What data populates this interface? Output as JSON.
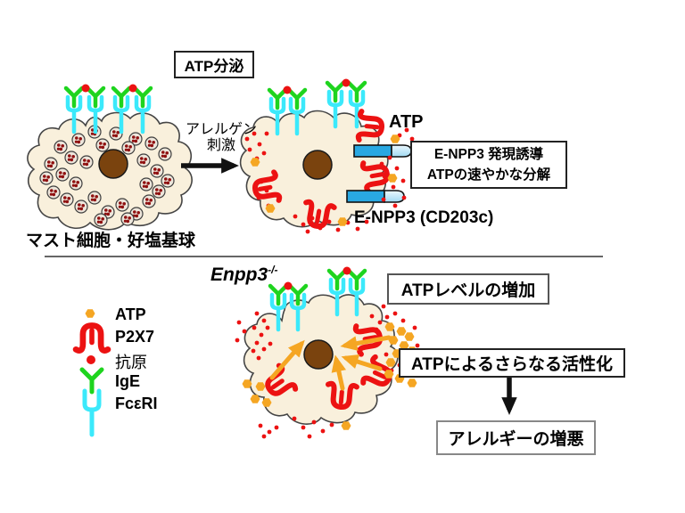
{
  "top_panel": {
    "atp_secretion_label": "ATP分泌",
    "stimulus_line1": "アレルゲン",
    "stimulus_line2": "刺激",
    "atp_label": "ATP",
    "enpp3_box_line1": "E-NPP3 発現誘導",
    "enpp3_box_line2": "ATPの速やかな分解",
    "enpp3_cd203c_label": "E-NPP3 (CD203c)",
    "cell_caption": "マスト細胞・好塩基球"
  },
  "bottom_panel": {
    "genotype_label": "Enpp3",
    "genotype_superscript": "-/-",
    "atp_increase_label": "ATPレベルの増加",
    "activation_label": "ATPによるさらなる活性化",
    "allergy_label": "アレルギーの増悪"
  },
  "legend": {
    "items": [
      {
        "icon": "atp-icon",
        "label": "ATP"
      },
      {
        "icon": "p2x7-icon",
        "label": "P2X7"
      },
      {
        "icon": "antigen-icon",
        "label": "抗原"
      },
      {
        "icon": "ige-icon",
        "label": "IgE"
      },
      {
        "icon": "fcer1-icon",
        "label": "FcεRI"
      }
    ]
  },
  "colors": {
    "cell_fill": "#F9F0DC",
    "nucleus": "#7A430E",
    "p2x7_red": "#EC1212",
    "antigen_red": "#EC1212",
    "ige_green": "#1ED41E",
    "fcer1_cyan": "#3BE9FB",
    "atp_orange": "#F5A623",
    "enpp3_blue": "#29A8E2"
  }
}
